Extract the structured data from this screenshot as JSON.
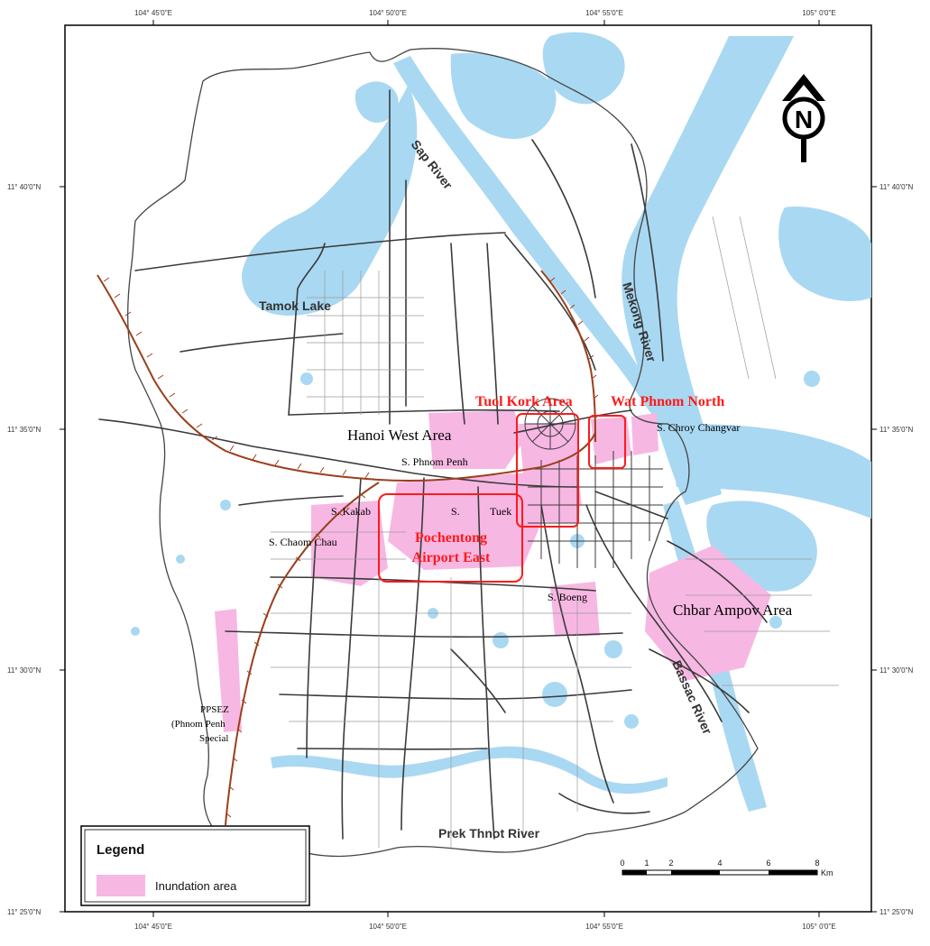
{
  "coordinate_labels": {
    "lon": [
      "104° 45'0\"E",
      "104° 50'0\"E",
      "104° 55'0\"E",
      "105° 0'0\"E"
    ],
    "lat": [
      "11° 40'0\"N",
      "11° 35'0\"N",
      "11° 30'0\"N",
      "11° 25'0\"N"
    ]
  },
  "north_arrow_letter": "N",
  "water_labels": {
    "sap": "Sap River",
    "tamok": "Tamok Lake",
    "mekong": "Mekong River",
    "bassac": "Bassac River",
    "prek": "Prek Thnot River"
  },
  "area_labels": {
    "hanoi_west": "Hanoi West Area",
    "phnom_penh": "S. Phnom Penh",
    "kakab": "S. Kakab",
    "s": "S.",
    "tuek": "Tuek",
    "chaom_chau": "S. Chaom Chau",
    "boeng": "S. Boeng",
    "chbar_ampov": "Chbar Ampov Area",
    "chroy_changvar": "S. Chroy Changvar",
    "ppsez_1": "PPSEZ",
    "ppsez_2": "(Phnom Penh",
    "ppsez_3": "Special"
  },
  "focus_areas": {
    "tuol_kork": "Tuol Kork Area",
    "wat_phnom": "Wat Phnom North",
    "pochentong_1": "Pochentong",
    "pochentong_2": "Airport East"
  },
  "legend": {
    "title": "Legend",
    "item": "Inundation area"
  },
  "scale_bar": {
    "ticks": [
      "0",
      "1",
      "2",
      "4",
      "6",
      "8"
    ],
    "unit": "Km"
  },
  "colors": {
    "water": "#a9d8f2",
    "inundation": "#f7b7e3",
    "road": "#3a3a3a",
    "railway": "#9a3f1c",
    "focus": "#ff1a1a"
  }
}
